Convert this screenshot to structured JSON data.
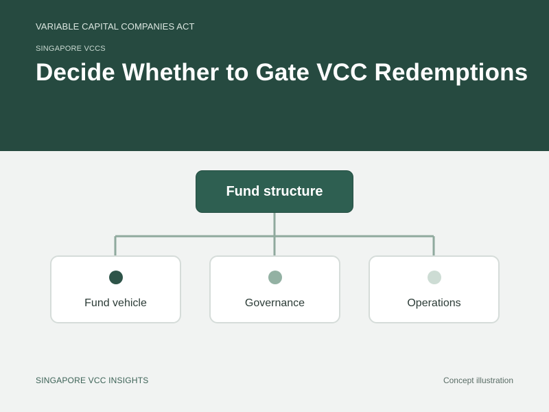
{
  "header": {
    "eyebrow": "VARIABLE CAPITAL COMPANIES ACT",
    "subeyebrow": "SINGAPORE VCCS",
    "title": "Decide Whether to Gate VCC Redemptions"
  },
  "diagram": {
    "root": "Fund structure",
    "children": [
      {
        "label": "Fund vehicle",
        "dot_color": "#2e5449"
      },
      {
        "label": "Governance",
        "dot_color": "#93b1a3"
      },
      {
        "label": "Operations",
        "dot_color": "#cddcd4"
      }
    ],
    "connector_color": "#8fa99d",
    "node_color": "#2e5f51",
    "header_color": "#264a40"
  },
  "footer": {
    "left": "SINGAPORE VCC INSIGHTS",
    "right": "Concept illustration"
  }
}
